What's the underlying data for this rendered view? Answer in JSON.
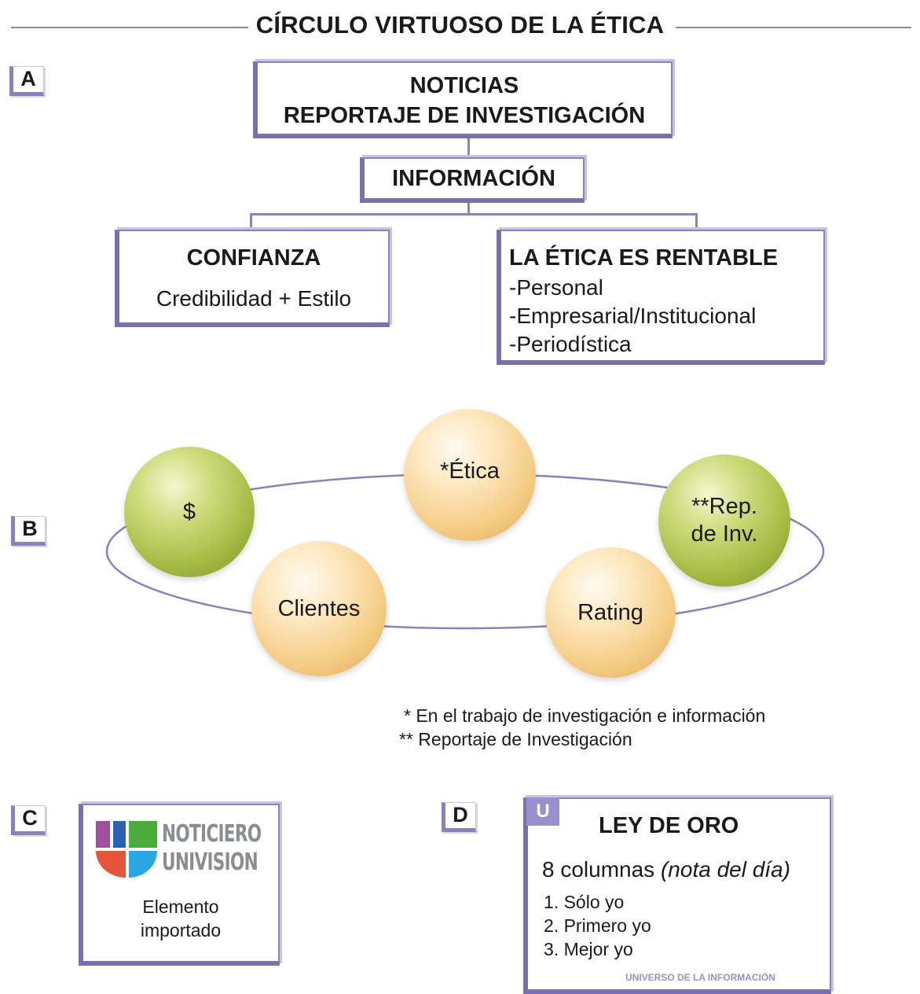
{
  "title": "CÍRCULO VIRTUOSO DE LA ÉTICA",
  "section_labels": {
    "a": "A",
    "b": "B",
    "c": "C",
    "d": "D"
  },
  "section_a": {
    "top_box": {
      "line1": "NOTICIAS",
      "line2": "REPORTAJE DE INVESTIGACIÓN"
    },
    "info_box": "INFORMACIÓN",
    "confianza": {
      "heading": "CONFIANZA",
      "body": "Credibilidad + Estilo"
    },
    "rentable": {
      "heading": "LA ÉTICA ES RENTABLE",
      "items": [
        "-Personal",
        "-Empresarial/Institucional",
        "-Periodística"
      ]
    }
  },
  "section_b": {
    "spheres": {
      "money": "$",
      "etica": "*Ética",
      "rep_line1": "**Rep.",
      "rep_line2": "de Inv.",
      "clientes": "Clientes",
      "rating": "Rating"
    },
    "footnotes": [
      "* En el trabajo de investigación e información",
      "** Reportaje de Investigación"
    ],
    "colors": {
      "peach": "#f5cd86",
      "green": "#a6bb44",
      "ellipse": "#8a82b8"
    }
  },
  "section_c": {
    "logo_line1": "NOTICIERO",
    "logo_line2": "UNIVISION",
    "caption_line1": "Elemento",
    "caption_line2": "importado"
  },
  "section_d": {
    "badge": "U",
    "heading": "LEY DE ORO",
    "subtitle_main": "8 columnas",
    "subtitle_note": "(nota del día)",
    "items": [
      "1. Sólo yo",
      "2. Primero yo",
      "3. Mejor yo"
    ],
    "footer": "UNIVERSO DE LA INFORMACIÓN"
  },
  "accent_color": "#8a82b8"
}
